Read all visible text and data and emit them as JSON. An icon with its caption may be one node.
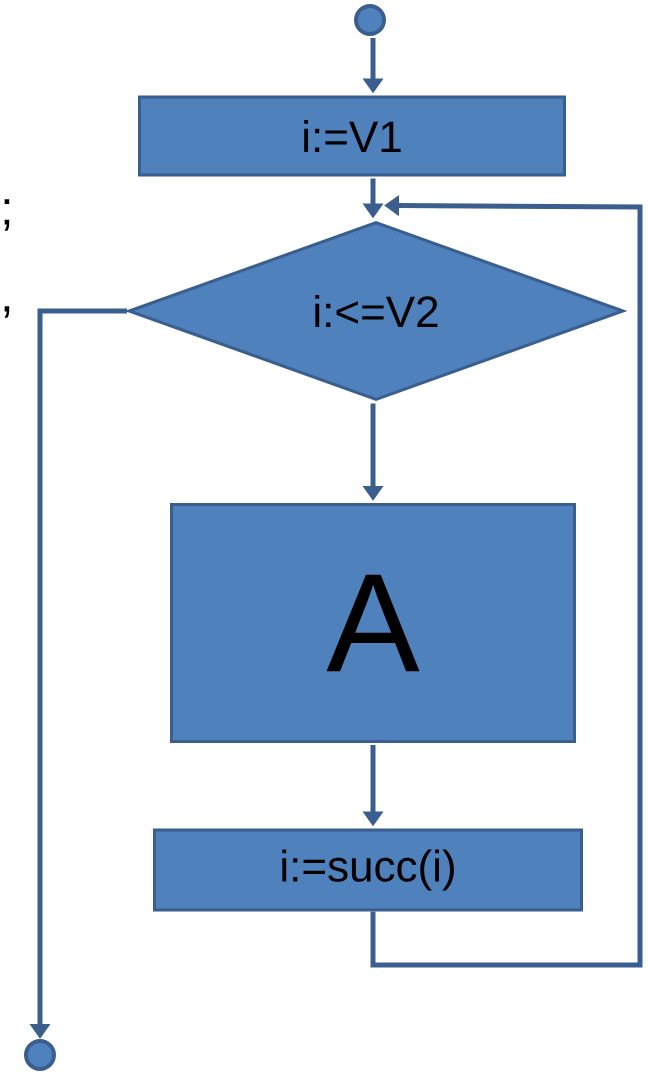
{
  "diagram": {
    "nodes": [
      {
        "text": [],
        "shape": "circle"
      },
      {
        "text": [
          "i:=V1"
        ]
      },
      {
        "text": [
          "i:<=V2"
        ]
      },
      {
        "text": [
          "A"
        ]
      },
      {
        "text": [
          "i:=succ(i)"
        ]
      },
      {
        "text": [],
        "shape": "circle"
      }
    ],
    "edges": [
      {
        "from": 0,
        "to": 1,
        "arrow": "to"
      },
      {
        "from": 1,
        "to": 2,
        "arrow": "to"
      },
      {
        "from": 2,
        "to": 3,
        "arrow": "to"
      },
      {
        "from": 3,
        "to": 4,
        "arrow": "to"
      },
      {
        "from": 4,
        "to": 2,
        "arrow": "to"
      },
      {
        "from": 2,
        "to": 5,
        "arrow": "to"
      }
    ],
    "labels": [
      ";",
      ","
    ]
  }
}
